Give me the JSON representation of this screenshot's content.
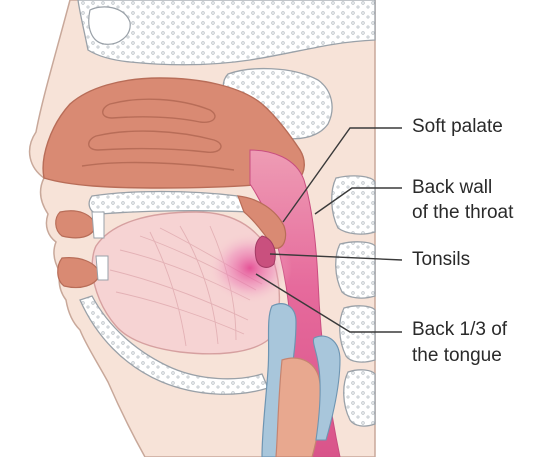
{
  "labels": {
    "soft_palate": "Soft palate",
    "back_wall_1": "Back wall",
    "back_wall_2": "of the throat",
    "tonsils": "Tonsils",
    "back_tongue_1": "Back 1/3 of",
    "back_tongue_2": "the tongue"
  },
  "colors": {
    "skin": "#f7e3d8",
    "skin_outline": "#c8a89a",
    "bone": "#ffffff",
    "bone_outline": "#9aa1a8",
    "nasal": "#d98a73",
    "throat_pink": "#e0588f",
    "tongue": "#f6d3d3",
    "tonsil_glow": "#e86aa5",
    "cartilage": "#a8c6db",
    "leader_line": "#3a3a3a"
  }
}
